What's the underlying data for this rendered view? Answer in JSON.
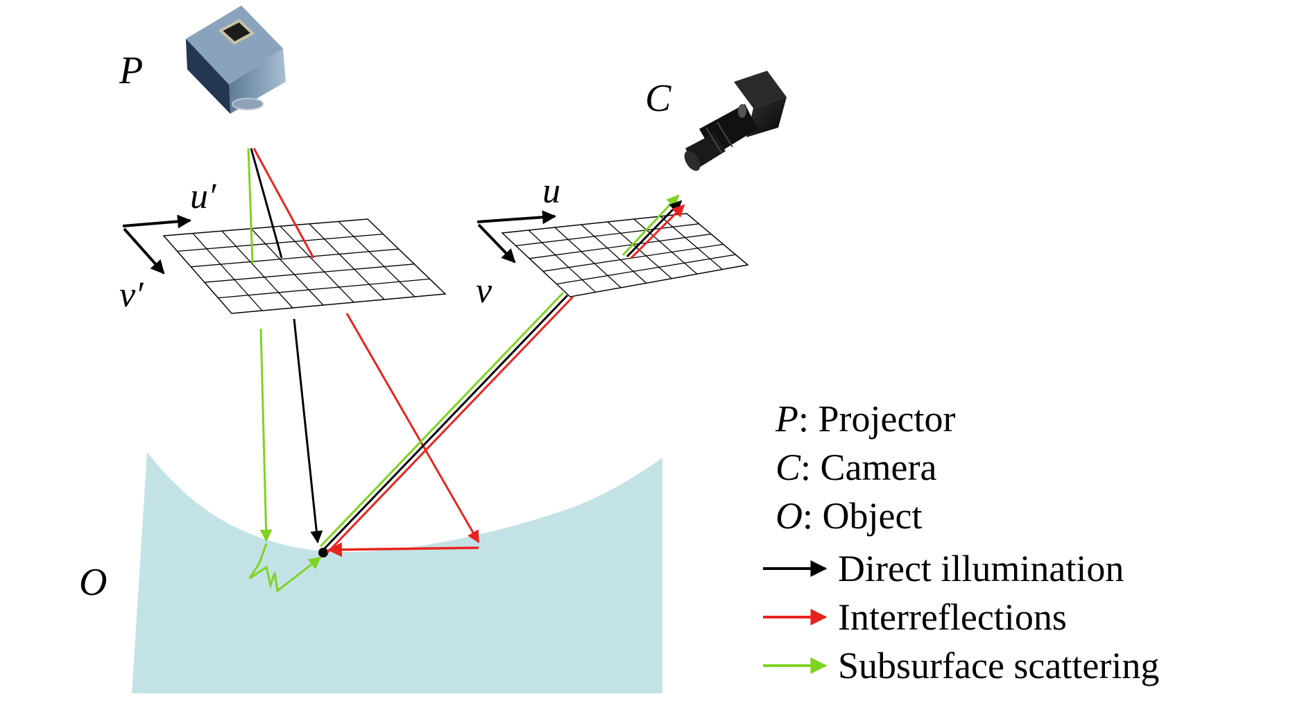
{
  "colors": {
    "direct": "#000000",
    "interreflection": "#e8231e",
    "subsurface": "#7ed321",
    "object": "#c3e2e6",
    "grid": "#000000",
    "background": "#ffffff"
  },
  "devices": {
    "projector": {
      "label": "P",
      "icon": "projector-icon"
    },
    "camera": {
      "label": "C",
      "icon": "camera-icon"
    }
  },
  "planes": {
    "projector": {
      "u_label": "u′",
      "v_label": "v′"
    },
    "camera": {
      "u_label": "u",
      "v_label": "v"
    }
  },
  "object": {
    "label": "O"
  },
  "legend": {
    "definitions": [
      {
        "symbol": "P",
        "text": ": Projector"
      },
      {
        "symbol": "C",
        "text": ": Camera"
      },
      {
        "symbol": "O",
        "text": ": Object"
      }
    ],
    "rays": [
      {
        "color_key": "direct",
        "text": "Direct illumination"
      },
      {
        "color_key": "interreflection",
        "text": "Interreflections"
      },
      {
        "color_key": "subsurface",
        "text": "Subsurface scattering"
      }
    ]
  }
}
